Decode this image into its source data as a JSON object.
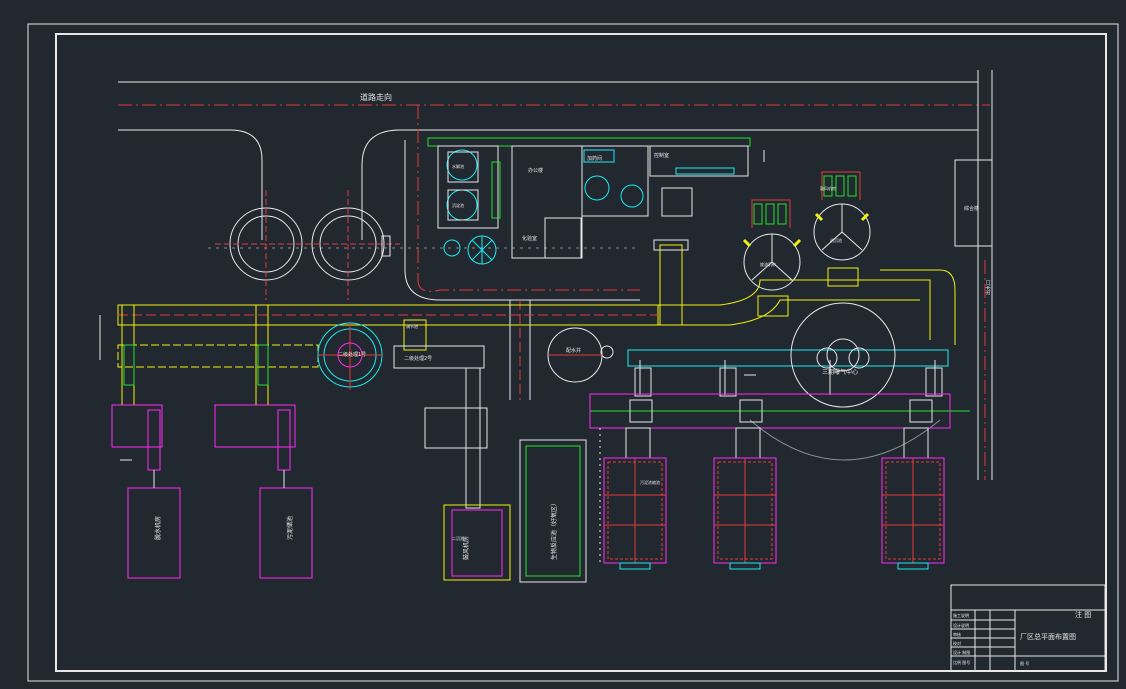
{
  "labels": {
    "road": "道路走向",
    "north_bldg": "办公楼",
    "top_area": "鼓风机房",
    "pump_room": "加药间",
    "control": "控制室",
    "lab": "化验室",
    "pool1": "水解池",
    "pool2": "沉淀池",
    "grit1": "旋流沉砂",
    "grit2": "初沉池",
    "grit3": "二沉池",
    "grit4": "污泥浓缩池",
    "cyclone1": "二级处理1号",
    "cyclone2": "二级处理2号",
    "circle_a": "配水井",
    "circle_b": "调节池",
    "big_tank": "三期曝气中心",
    "right_box": "综合楼",
    "right_vertical": "出水口",
    "title_block_title": "厂区总平面布置图",
    "title_block_note": "注 图",
    "tb_row1": "施工说明",
    "tb_row2": "设计说明",
    "tb_row3": "审核",
    "tb_row4": "校对",
    "tb_row5": "设计 制图",
    "tb_row6": "比例 图号",
    "tb_sheet": "图 号",
    "left_bin1": "脱水机房",
    "left_bin2": "污泥储池",
    "mid_bin": "鼓风机房",
    "mid_tall": "生物反应池（好氧区）"
  },
  "colors": {
    "bg": "#212830",
    "white": "#e8e8e8",
    "red": "#e83a3a",
    "yellow": "#f2f20a",
    "magenta": "#ff2cf0",
    "cyan": "#1ee8f0",
    "green": "#27e02a",
    "grey": "#8a8f94"
  }
}
